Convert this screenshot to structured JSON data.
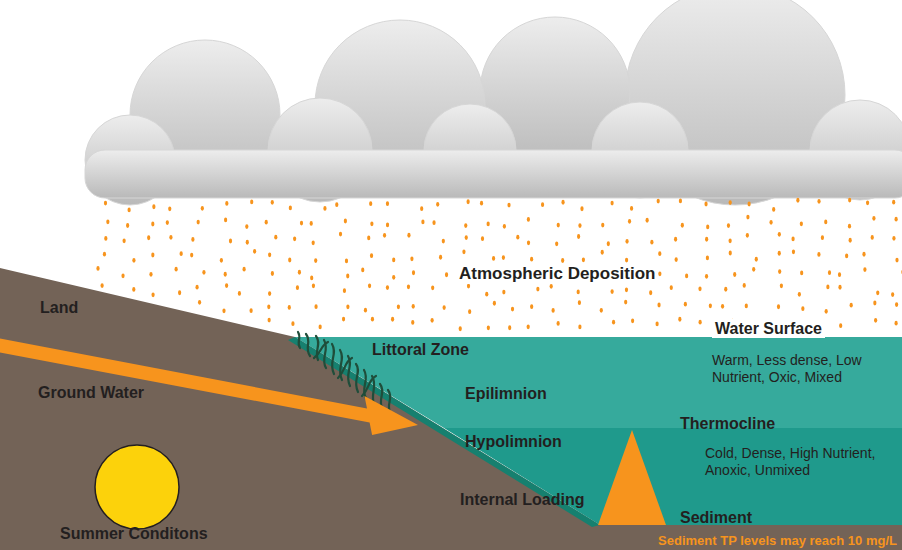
{
  "diagram": {
    "labels": [
      "Atmospheric Deposition",
      "Land",
      "Water Surface",
      "Littoral Zone",
      "Warm, Less dense, Low Nutrient, Oxic, Mixed",
      "Ground Water",
      "Epilimnion",
      "Thermocline",
      "Hypolimnion",
      "Cold, Dense, High Nutrient, Anoxic, Unmixed",
      "Internal Loading",
      "Sediment",
      "Summer Conditons",
      "Sediment TP levels may reach 10 mg/L"
    ]
  }
}
